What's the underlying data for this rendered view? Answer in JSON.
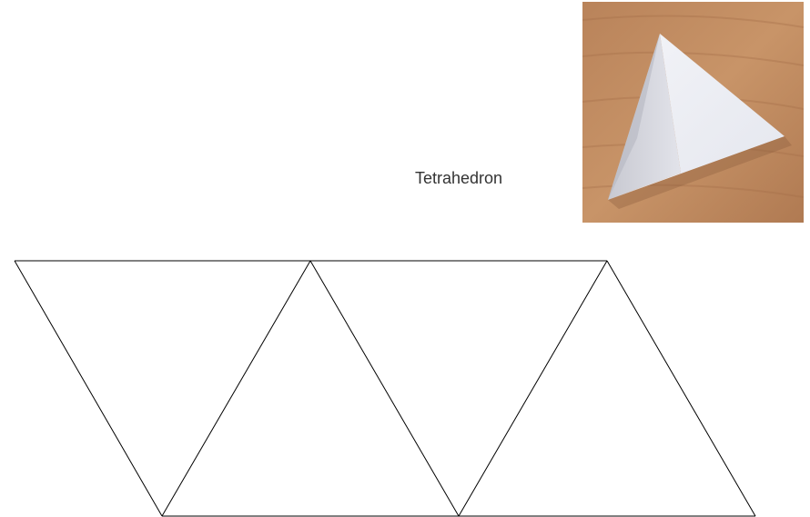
{
  "title": "Tetrahedron",
  "colors": {
    "background": "#ffffff",
    "line": "#000000",
    "label": "#333333",
    "wood": "#c08a5c",
    "paper": "#eeeff4"
  },
  "icons": {
    "photo": "tetrahedron-photo"
  },
  "net": {
    "faces": 4
  }
}
